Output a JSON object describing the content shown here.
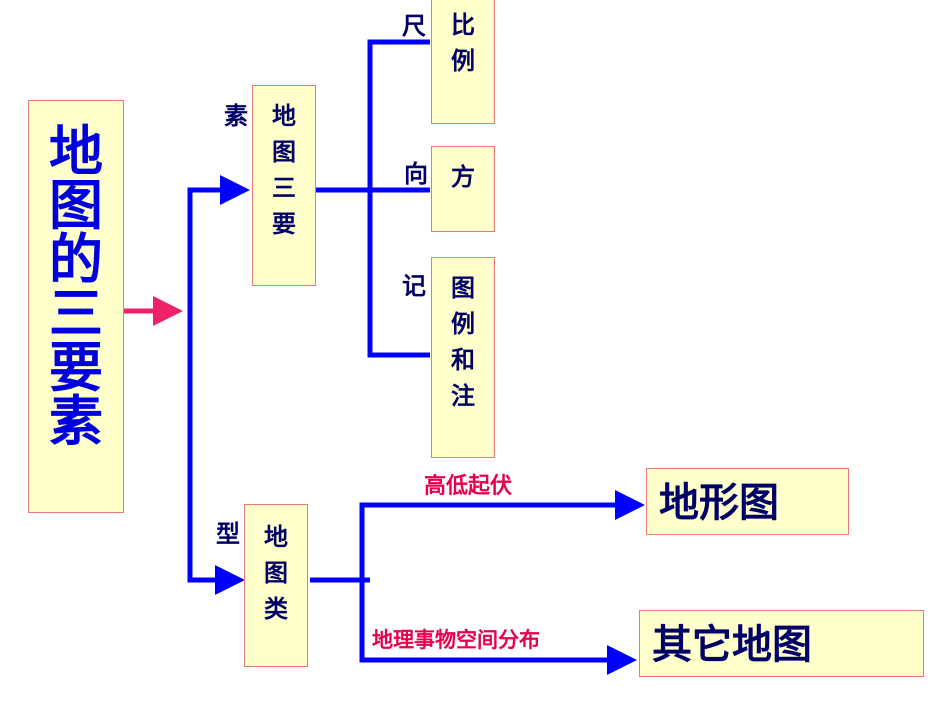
{
  "title_chars": [
    "地",
    "图",
    "的",
    "三",
    "要",
    "素"
  ],
  "elements": {
    "label": "地图三要素",
    "chars": [
      "地",
      "图",
      "三",
      "要"
    ],
    "side_char": "素"
  },
  "types": {
    "label": "地图类型",
    "chars": [
      "地",
      "图",
      "类"
    ],
    "side_char": "型"
  },
  "scale": {
    "chars": [
      "比",
      "例"
    ],
    "side_char": "尺"
  },
  "direction": {
    "chars": [
      "方"
    ],
    "side_char": "向"
  },
  "legend": {
    "chars": [
      "图",
      "例",
      "和",
      "注"
    ],
    "side_char": "记"
  },
  "relief": {
    "edge_label": "高低起伏",
    "target": "地形图"
  },
  "other": {
    "edge_label": "地理事物空间分布",
    "target": "其它地图"
  },
  "colors": {
    "box_fill": "#ffffcc",
    "box_border": "#e87a7a",
    "title_text": "#0000dd",
    "connector": "#0000ff",
    "pink_arrow": "#ee2266",
    "edge_label": "#e8004f"
  }
}
